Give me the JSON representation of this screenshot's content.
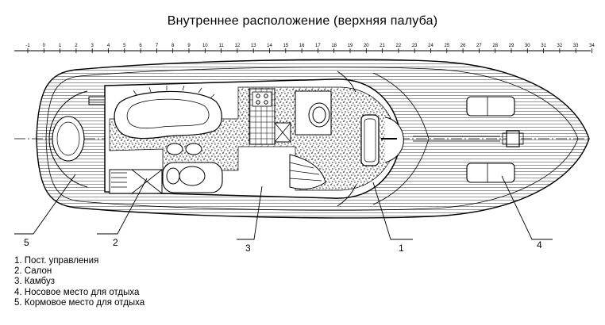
{
  "title": "Внутреннее расположение (верхняя палуба)",
  "ruler_ticks": [
    "-1",
    "0",
    "1",
    "2",
    "3",
    "4",
    "5",
    "6",
    "7",
    "8",
    "9",
    "10",
    "11",
    "12",
    "13",
    "14",
    "15",
    "16",
    "17",
    "18",
    "19",
    "20",
    "21",
    "22",
    "23",
    "24",
    "25",
    "26",
    "27",
    "28",
    "29",
    "30",
    "31",
    "32",
    "33",
    "34"
  ],
  "callouts": [
    "5",
    "2",
    "3",
    "1",
    "4"
  ],
  "legend": [
    "1. Пост. управления",
    "2. Салон",
    "3. Камбуз",
    "4. Носовое место для отдыха",
    "5. Кормовое место для отдыха"
  ]
}
